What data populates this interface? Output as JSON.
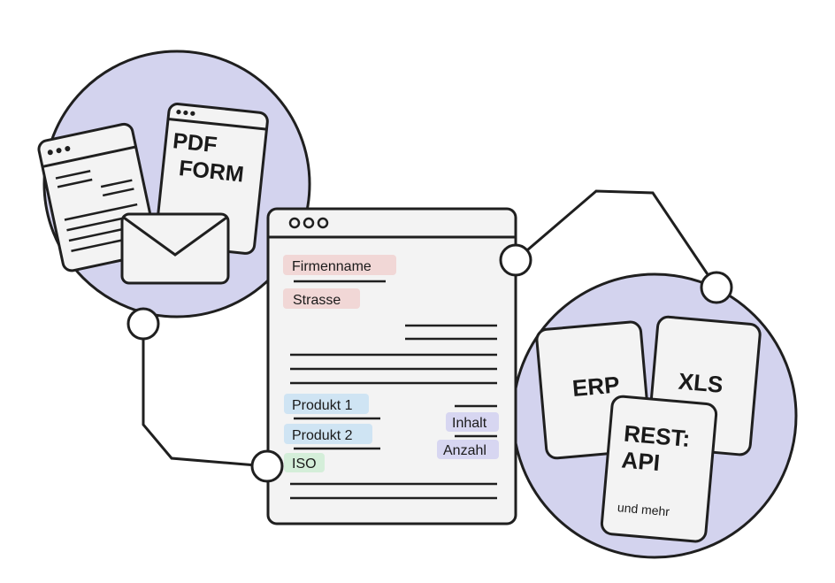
{
  "left_group": {
    "pdf_label_line1": "PDF",
    "pdf_label_line2": "FORM"
  },
  "document": {
    "fields": [
      {
        "label": "Firmenname",
        "color": "#f1d7d6"
      },
      {
        "label": "Strasse",
        "color": "#f1d7d6"
      },
      {
        "label": "Produkt 1",
        "color": "#cfe4f3"
      },
      {
        "label": "Produkt 2",
        "color": "#cfe4f3"
      },
      {
        "label": "ISO",
        "color": "#d4eed9"
      },
      {
        "label": "Inhalt",
        "color": "#d7d6f1"
      },
      {
        "label": "Anzahl",
        "color": "#d7d6f1"
      }
    ]
  },
  "right_group": {
    "erp": "ERP",
    "xls": "XLS",
    "api_line1": "REST:",
    "api_line2": "API",
    "api_sub": "und mehr"
  },
  "colors": {
    "circle_fill": "#d3d3ee",
    "stroke": "#1f1f1f",
    "card_fill": "#f3f3f3"
  }
}
